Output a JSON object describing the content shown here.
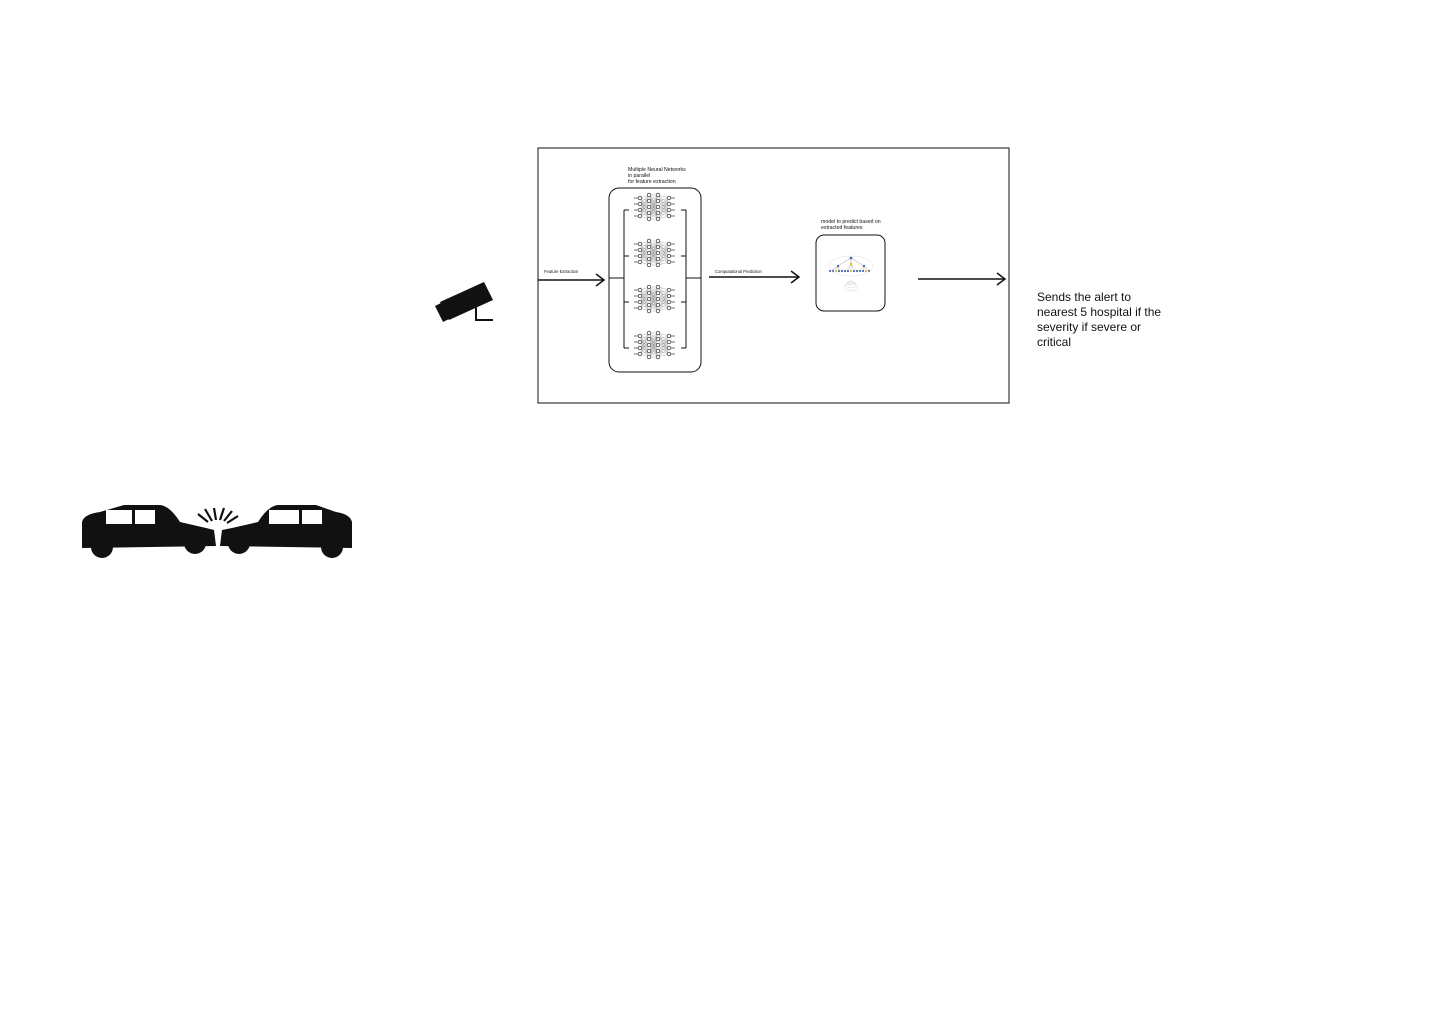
{
  "nn_group": {
    "title_lines": [
      "Multiple Neural Networks",
      "in parallel",
      "for feature extraction"
    ]
  },
  "model_box": {
    "title_lines": [
      "model to predict based on",
      "extracted features"
    ]
  },
  "arrows": {
    "feature_extraction_label": "Feature Extraction",
    "computation_label": "Computational Prediction"
  },
  "alert": {
    "text": "Sends the alert to\nnearest 5 hospital if the\nseverity if severe or\ncritical"
  },
  "icons": {
    "camera": "cctv-camera-icon",
    "crash": "car-crash-icon"
  },
  "colors": {
    "stroke": "#111111",
    "tree_blue": "#4a6fb5",
    "tree_yellow": "#e0b93a"
  }
}
